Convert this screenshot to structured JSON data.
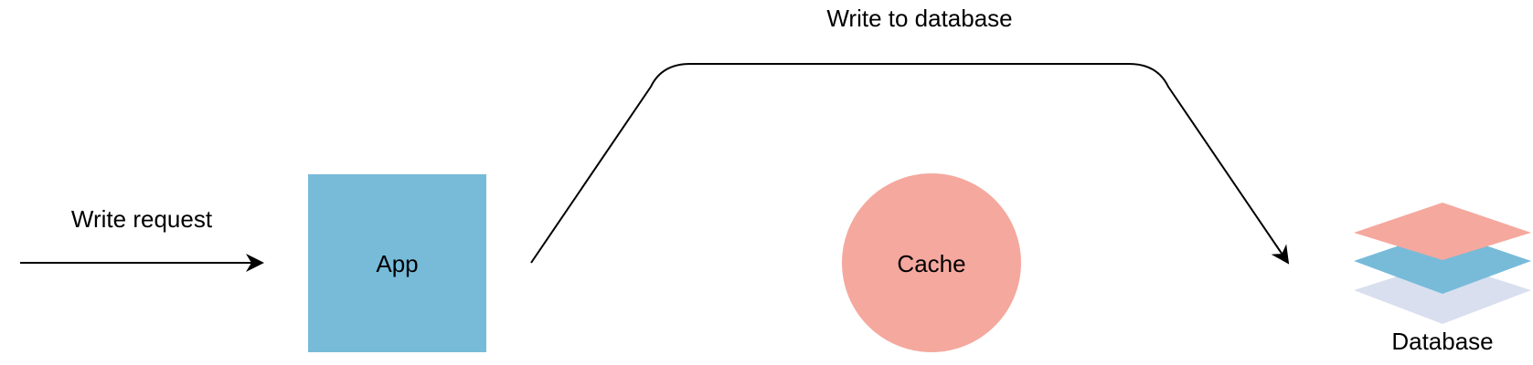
{
  "diagram": {
    "labels": {
      "write_request": "Write request",
      "app": "App",
      "cache": "Cache",
      "write_to_database": "Write to database",
      "database": "Database"
    },
    "colors": {
      "app_fill": "#77bbd9",
      "cache_fill": "#f5a89e",
      "db_top": "#f5a89e",
      "db_middle": "#77bbd9",
      "db_bottom": "#d9dfef",
      "line": "#000000"
    },
    "nodes": [
      {
        "id": "app",
        "shape": "square",
        "label": "App"
      },
      {
        "id": "cache",
        "shape": "circle",
        "label": "Cache"
      },
      {
        "id": "database",
        "shape": "layered-stack",
        "label": "Database"
      }
    ],
    "edges": [
      {
        "from": "client",
        "to": "app",
        "label": "Write request"
      },
      {
        "from": "app",
        "to": "database",
        "label": "Write to database"
      }
    ]
  }
}
